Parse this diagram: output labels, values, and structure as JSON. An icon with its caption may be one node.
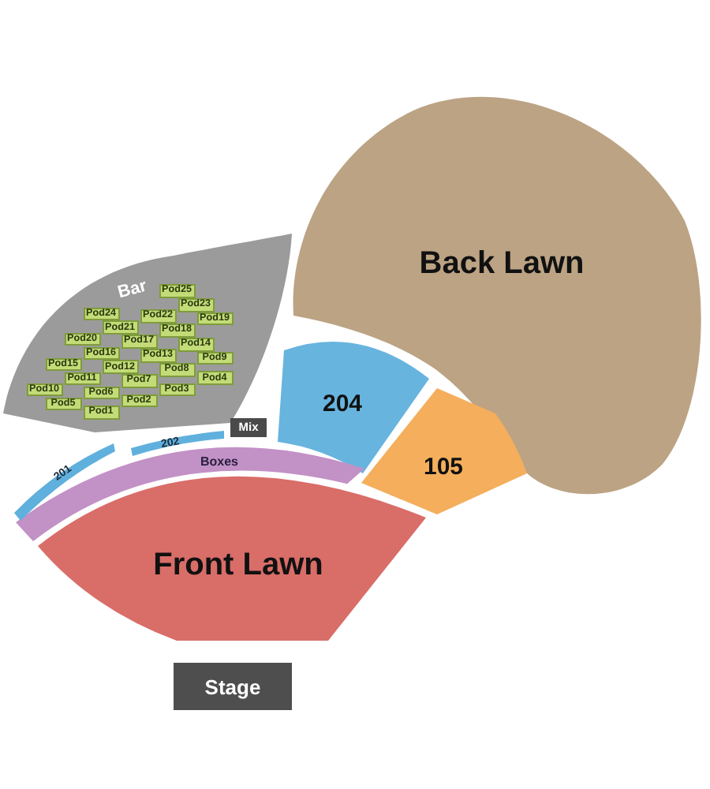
{
  "diagram": {
    "nodes": [
      {
        "text": [
          "Back Lawn"
        ]
      },
      {
        "text": [
          "Bar"
        ]
      },
      {
        "text": [
          "Pod24"
        ],
        "in": 1
      },
      {
        "text": [
          "Pod25"
        ],
        "in": 1
      },
      {
        "text": [
          "Pod20"
        ],
        "in": 1
      },
      {
        "text": [
          "Pod21"
        ],
        "in": 1
      },
      {
        "text": [
          "Pod22"
        ],
        "in": 1
      },
      {
        "text": [
          "Pod23"
        ],
        "in": 1
      },
      {
        "text": [
          "Pod15"
        ],
        "in": 1
      },
      {
        "text": [
          "Pod16"
        ],
        "in": 1
      },
      {
        "text": [
          "Pod17"
        ],
        "in": 1
      },
      {
        "text": [
          "Pod18"
        ],
        "in": 1
      },
      {
        "text": [
          "Pod19"
        ],
        "in": 1
      },
      {
        "text": [
          "Pod10"
        ],
        "in": 1
      },
      {
        "text": [
          "Pod11"
        ],
        "in": 1
      },
      {
        "text": [
          "Pod12"
        ],
        "in": 1
      },
      {
        "text": [
          "Pod13"
        ],
        "in": 1
      },
      {
        "text": [
          "Pod14"
        ],
        "in": 1
      },
      {
        "text": [
          "Pod5"
        ],
        "in": 1
      },
      {
        "text": [
          "Pod6"
        ],
        "in": 1
      },
      {
        "text": [
          "Pod7"
        ],
        "in": 1
      },
      {
        "text": [
          "Pod8"
        ],
        "in": 1
      },
      {
        "text": [
          "Pod9"
        ],
        "in": 1
      },
      {
        "text": [
          "Pod1"
        ],
        "in": 1
      },
      {
        "text": [
          "Pod2"
        ],
        "in": 1
      },
      {
        "text": [
          "Pod3"
        ],
        "in": 1
      },
      {
        "text": [
          "Pod4"
        ],
        "in": 1
      },
      {
        "text": [
          "204"
        ]
      },
      {
        "text": [
          "Mix"
        ]
      },
      {
        "text": [
          "202"
        ]
      },
      {
        "text": [
          "Boxes"
        ]
      },
      {
        "text": [
          "105"
        ]
      },
      {
        "text": [
          "201"
        ]
      },
      {
        "text": [
          "Front Lawn"
        ]
      },
      {
        "text": [
          "Stage"
        ]
      }
    ]
  }
}
